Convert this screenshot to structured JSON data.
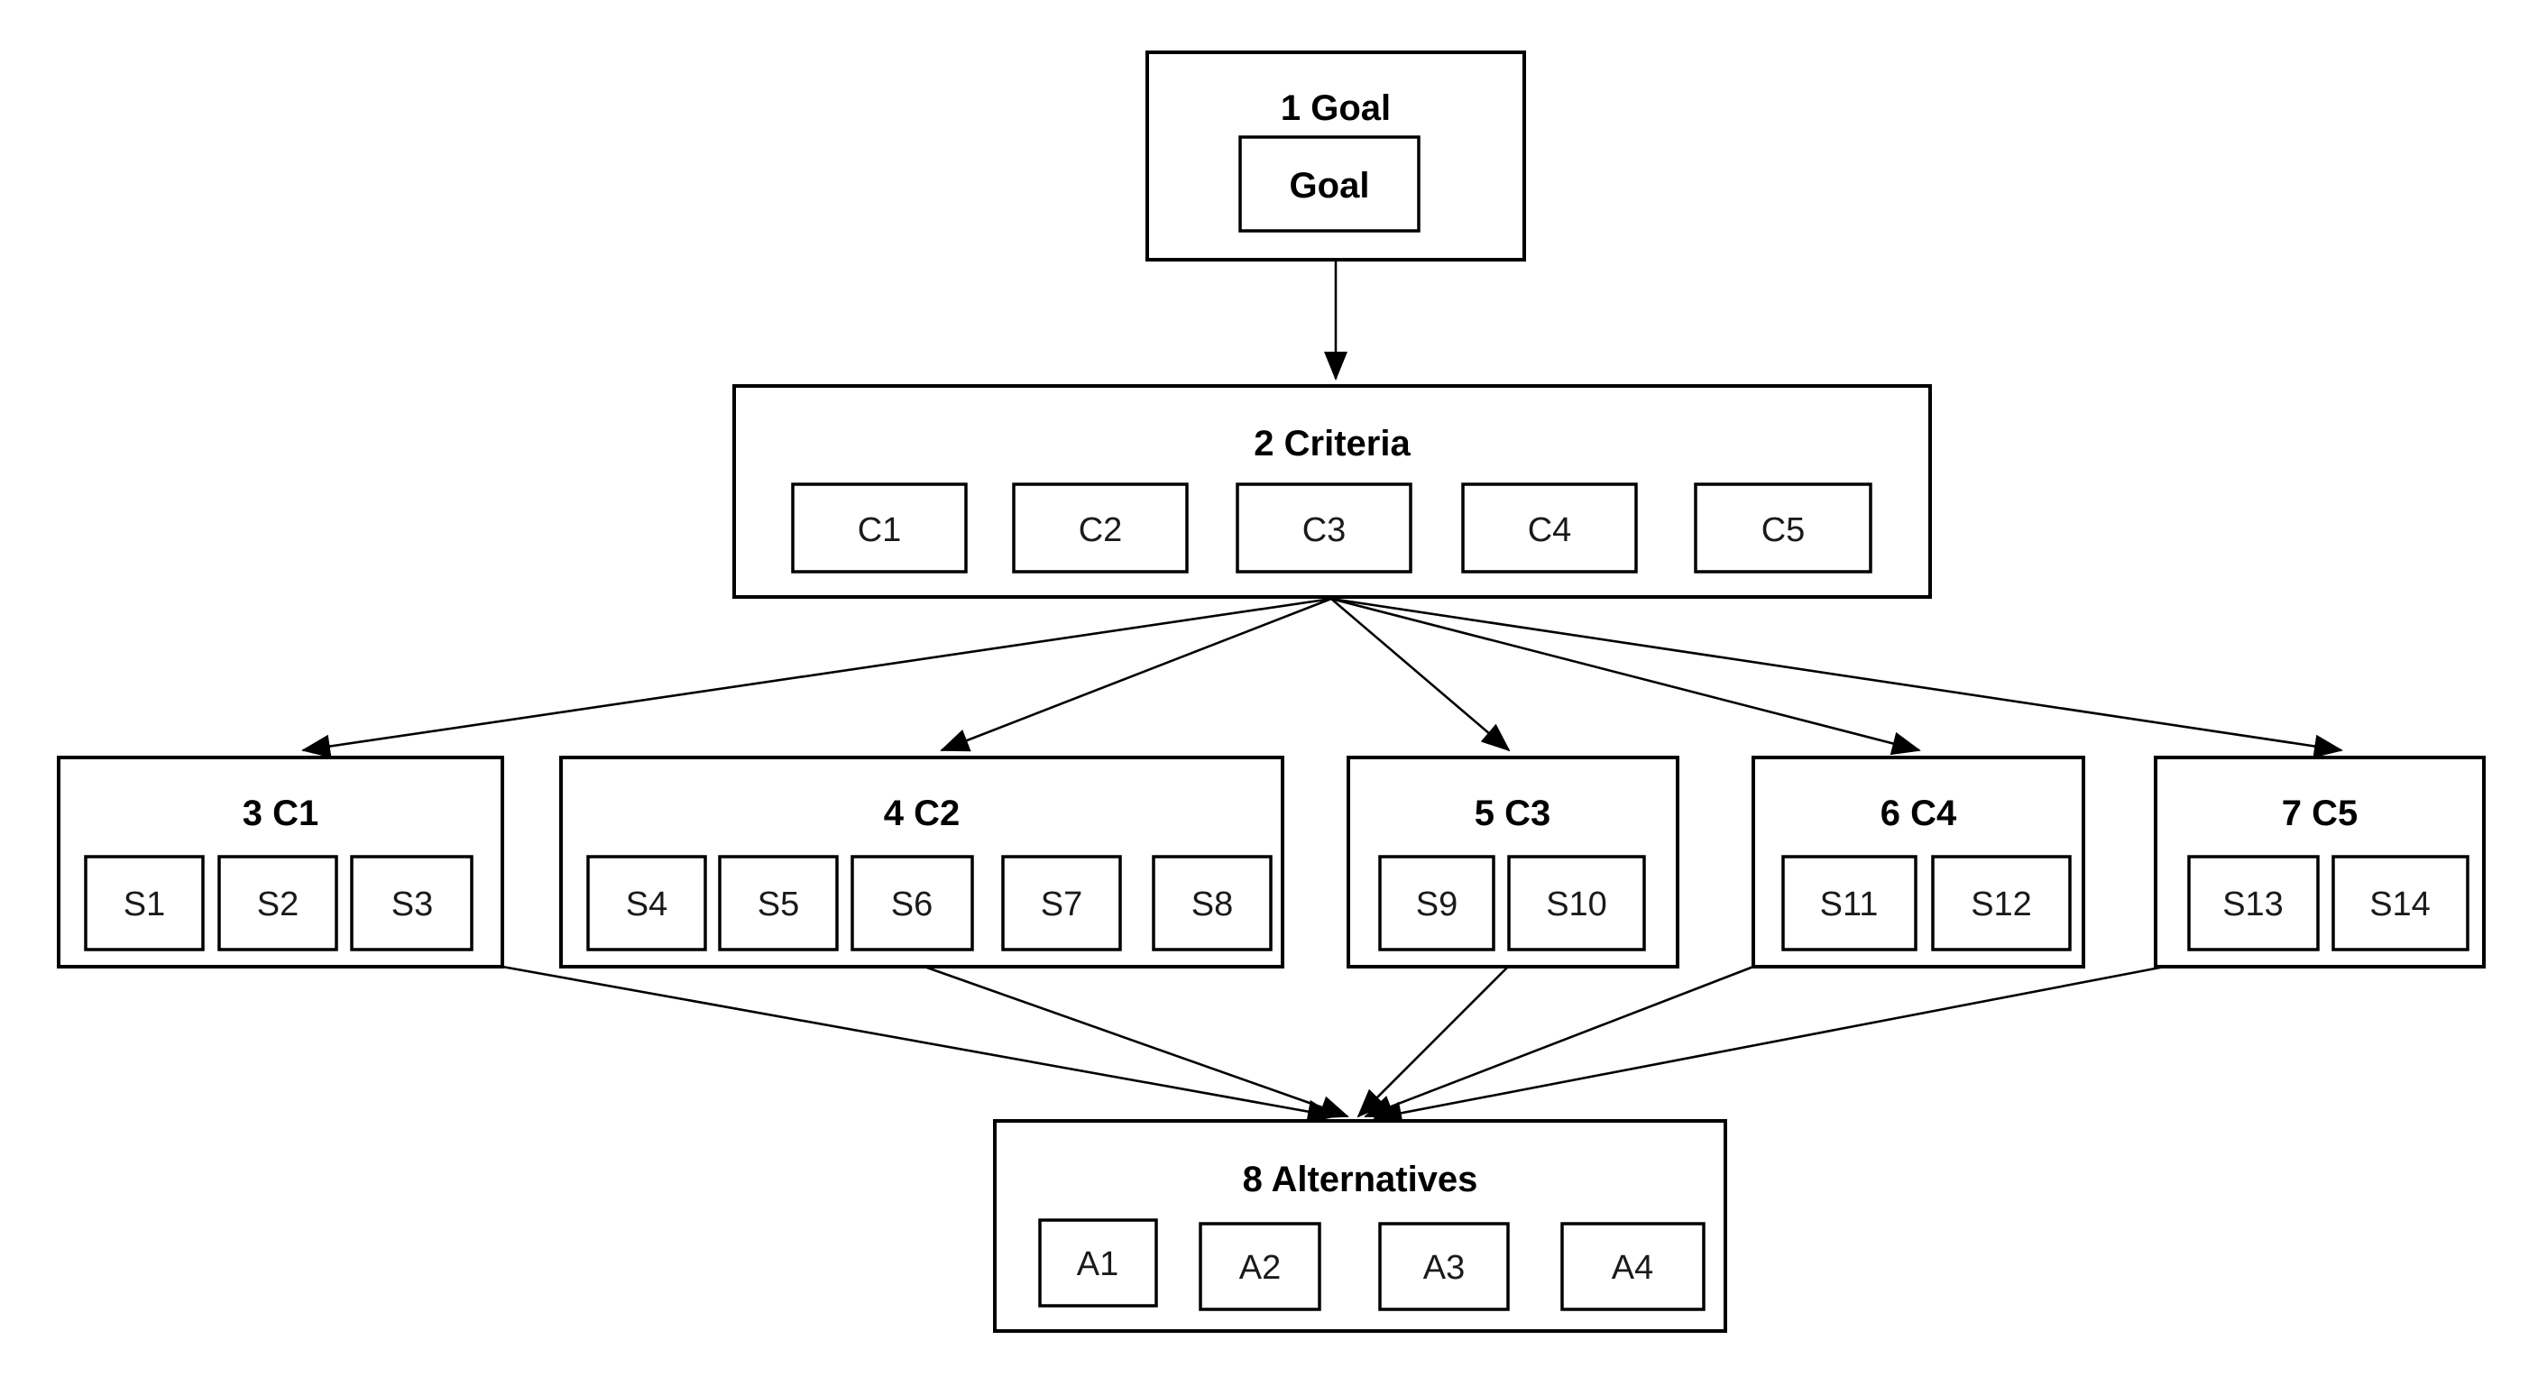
{
  "diagram": {
    "type": "hierarchy",
    "background_color": "#ffffff",
    "line_color": "#000000",
    "nodes": [
      {
        "id": "1",
        "title": "1 Goal",
        "children": [
          "Goal"
        ]
      },
      {
        "id": "2",
        "title": "2 Criteria",
        "children": [
          "C1",
          "C2",
          "C3",
          "C4",
          "C5"
        ]
      },
      {
        "id": "3",
        "title": "3 C1",
        "children": [
          "S1",
          "S2",
          "S3"
        ]
      },
      {
        "id": "4",
        "title": "4 C2",
        "children": [
          "S4",
          "S5",
          "S6",
          "S7",
          "S8"
        ]
      },
      {
        "id": "5",
        "title": "5 C3",
        "children": [
          "S9",
          "S10"
        ]
      },
      {
        "id": "6",
        "title": "6 C4",
        "children": [
          "S11",
          "S12"
        ]
      },
      {
        "id": "7",
        "title": "7 C5",
        "children": [
          "S13",
          "S14"
        ]
      },
      {
        "id": "8",
        "title": "8 Alternatives",
        "children": [
          "A1",
          "A2",
          "A3",
          "A4"
        ]
      }
    ],
    "edges": [
      {
        "from": "1 Goal",
        "to": "2 Criteria"
      },
      {
        "from": "2 Criteria",
        "to": "3 C1"
      },
      {
        "from": "2 Criteria",
        "to": "4 C2"
      },
      {
        "from": "2 Criteria",
        "to": "5 C3"
      },
      {
        "from": "2 Criteria",
        "to": "6 C4"
      },
      {
        "from": "2 Criteria",
        "to": "7 C5"
      },
      {
        "from": "3 C1",
        "to": "8 Alternatives"
      },
      {
        "from": "4 C2",
        "to": "8 Alternatives"
      },
      {
        "from": "5 C3",
        "to": "8 Alternatives"
      },
      {
        "from": "6 C4",
        "to": "8 Alternatives"
      },
      {
        "from": "7 C5",
        "to": "8 Alternatives"
      }
    ]
  }
}
